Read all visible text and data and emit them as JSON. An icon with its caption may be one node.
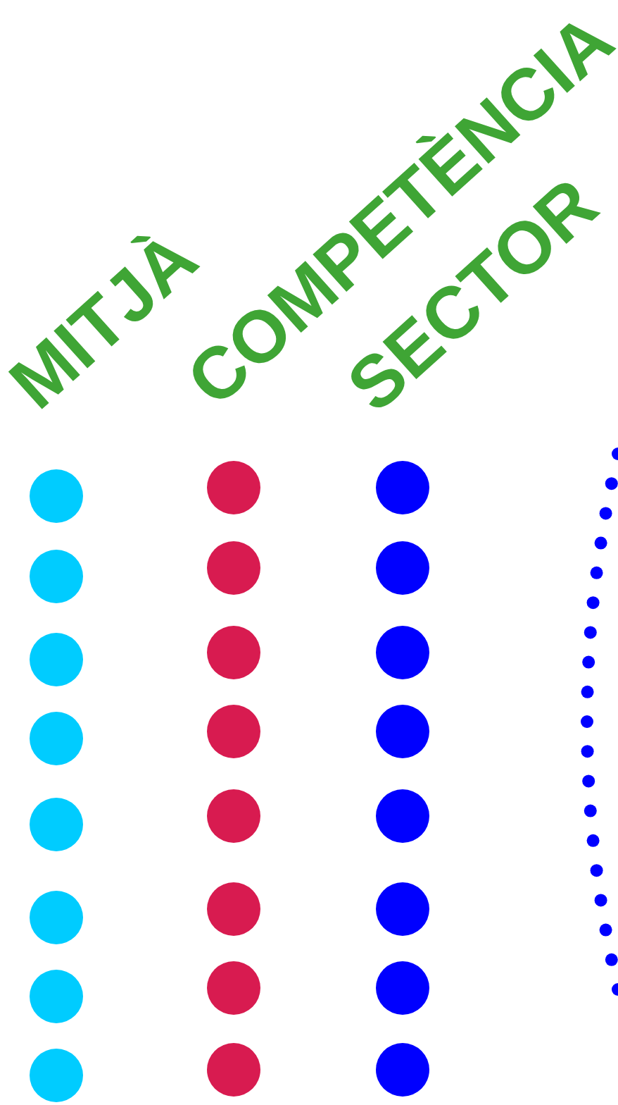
{
  "diagram": {
    "labels": [
      "MITJÀ",
      "COMPETÈNCIA",
      "SECTOR"
    ]
  }
}
